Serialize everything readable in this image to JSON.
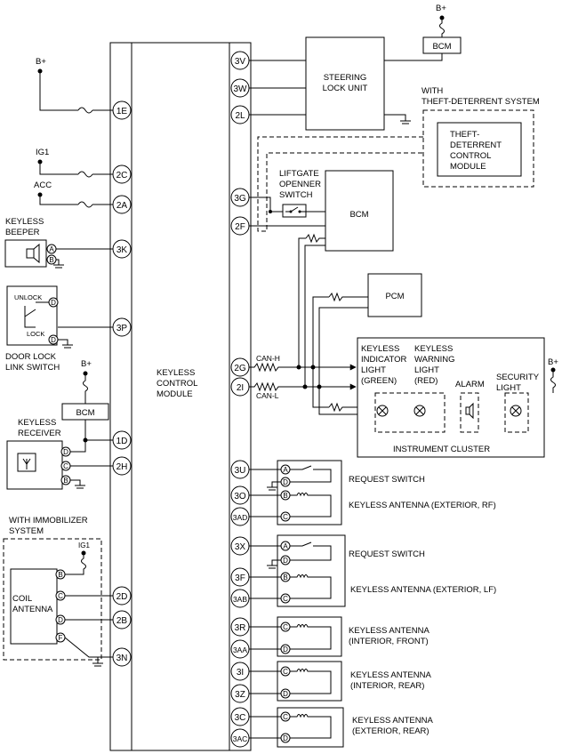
{
  "module": {
    "line1": "KEYLESS",
    "line2": "CONTROL",
    "line3": "MODULE"
  },
  "power": {
    "bplus": "B+",
    "ig1": "IG1",
    "acc": "ACC"
  },
  "left_pins": [
    "1E",
    "2C",
    "2A",
    "3K",
    "3P",
    "1D",
    "2H",
    "2D",
    "2B",
    "3N"
  ],
  "right_pins": [
    "3V",
    "3W",
    "2L",
    "3G",
    "2F",
    "2G",
    "2I",
    "3U",
    "3O",
    "3AD",
    "3X",
    "3F",
    "3AB",
    "3R",
    "3AA",
    "3I",
    "3Z",
    "3C",
    "3AC"
  ],
  "keyless_beeper": {
    "line1": "KEYLESS",
    "line2": "BEEPER",
    "pins": [
      "A",
      "B"
    ]
  },
  "door_lock_switch": {
    "unlock": "UNLOCK",
    "lock": "LOCK",
    "line1": "DOOR LOCK",
    "line2": "LINK SWITCH",
    "pins": [
      "D",
      "D"
    ]
  },
  "bcm_label": "BCM",
  "keyless_receiver": {
    "line1": "KEYLESS",
    "line2": "RECEIVER",
    "pins": [
      "D",
      "C",
      "B"
    ]
  },
  "immobilizer": {
    "line1": "WITH IMMOBILIZER",
    "line2": "SYSTEM"
  },
  "coil_antenna": {
    "line1": "COIL",
    "line2": "ANTENNA",
    "pins": [
      "B",
      "C",
      "D",
      "F"
    ]
  },
  "steering_lock": {
    "line1": "STEERING",
    "line2": "LOCK UNIT"
  },
  "theft_option": {
    "line1": "WITH",
    "line2": "THEFT-DETERRENT SYSTEM"
  },
  "theft_module": {
    "line1": "THEFT-",
    "line2": "DETERRENT",
    "line3": "CONTROL",
    "line4": "MODULE"
  },
  "liftgate": {
    "line1": "LIFTGATE",
    "line2": "OPENNER",
    "line3": "SWITCH"
  },
  "pcm_label": "PCM",
  "can": {
    "high": "CAN-H",
    "low": "CAN-L"
  },
  "cluster": {
    "indicator": {
      "line1": "KEYLESS",
      "line2": "INDICATOR",
      "line3": "LIGHT",
      "line4": "(GREEN)"
    },
    "warning": {
      "line1": "KEYLESS",
      "line2": "WARNING",
      "line3": "LIGHT",
      "line4": "(RED)"
    },
    "alarm": "ALARM",
    "security": {
      "line1": "SECURITY",
      "line2": "LIGHT"
    },
    "title": "INSTRUMENT CLUSTER"
  },
  "antennas": {
    "request_switch": "REQUEST SWITCH",
    "ext_rf": "KEYLESS ANTENNA (EXTERIOR, RF)",
    "ext_lf": "KEYLESS ANTENNA (EXTERIOR, LF)",
    "int_front": {
      "line1": "KEYLESS ANTENNA",
      "line2": "(INTERIOR, FRONT)"
    },
    "int_rear": {
      "line1": "KEYLESS ANTENNA",
      "line2": "(INTERIOR, REAR)"
    },
    "ext_rear": {
      "line1": "KEYLESS ANTENNA",
      "line2": "(EXTERIOR, REAR)"
    },
    "rf_pins": [
      "A",
      "D",
      "B",
      "C"
    ],
    "lf_pins": [
      "A",
      "D",
      "B",
      "C"
    ],
    "pair_pins": [
      "C",
      "D"
    ]
  }
}
